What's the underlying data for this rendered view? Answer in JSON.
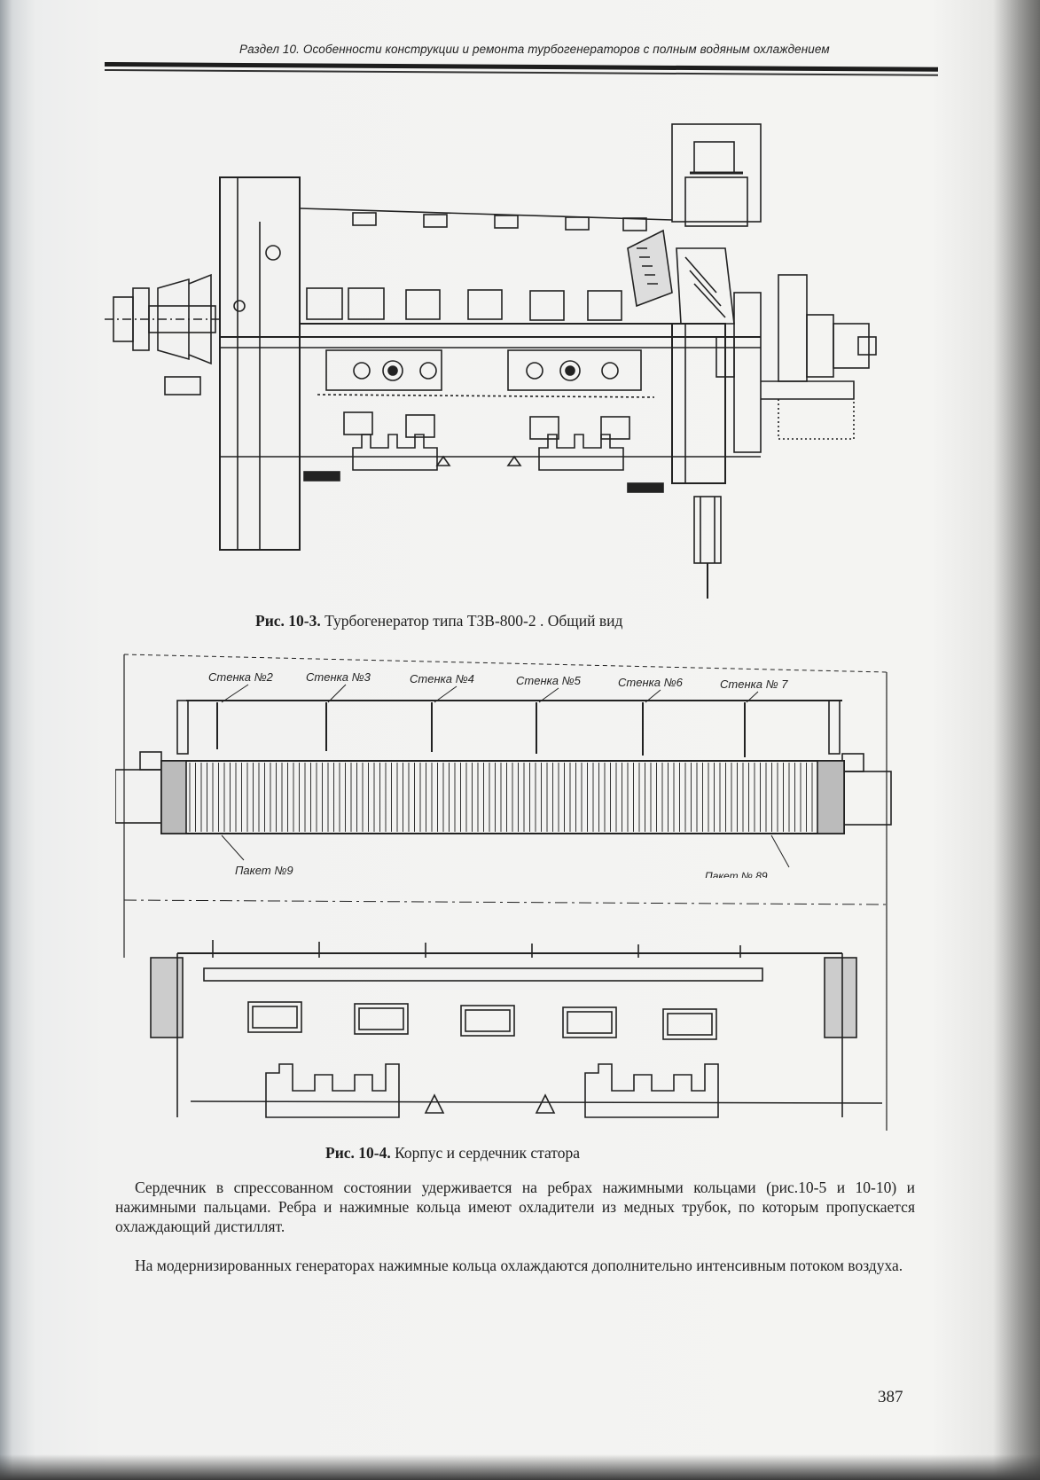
{
  "running_head": "Раздел 10. Особенности конструкции и ремонта турбогенераторов с полным водяным охлаждением",
  "figure_1": {
    "caption_number": "Рис. 10-3.",
    "caption_text": "Турбогенератор типа ТЗВ-800-2 . Общий вид"
  },
  "figure_2": {
    "caption_number": "Рис. 10-4.",
    "caption_text": "Корпус и сердечник статора",
    "labels": {
      "wall_2": "Стенка №2",
      "wall_3": "Стенка №3",
      "wall_4": "Стенка №4",
      "wall_5": "Стенка №5",
      "wall_6": "Стенка №6",
      "wall_7": "Стенка № 7",
      "packet_9": "Пакет №9",
      "packet_89": "Пакет № 89"
    }
  },
  "body": {
    "paragraph_1": "Сердечник в спрессованном состоянии удерживается на ребрах нажимными кольцами (рис.10-5 и 10-10) и нажимными пальцами. Ребра и нажимные кольца имеют охладители из медных трубок, по которым пропускается охлаждающий дистиллят.",
    "paragraph_2": "На модернизированных генераторах нажимные кольца охлаждаются дополнительно интенсивным потоком воздуха."
  },
  "page_number": "387"
}
